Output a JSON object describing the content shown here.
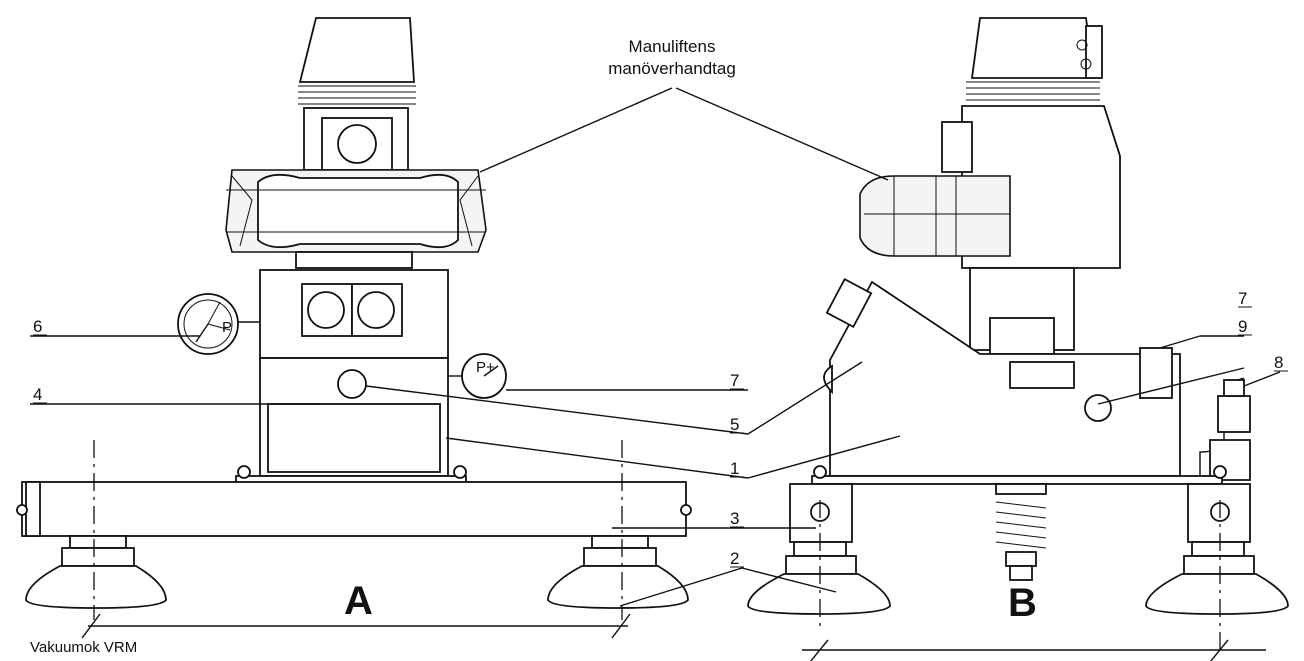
{
  "callouts": {
    "handle": [
      "Manuliftens",
      "manöverhandtag"
    ],
    "n1": "1",
    "n2": "2",
    "n3": "3",
    "n4": "4",
    "n5": "5",
    "n6": "6",
    "n7a": "7",
    "n7b": "7",
    "n8": "8",
    "n9": "9"
  },
  "views": {
    "a": "A",
    "b": "B"
  },
  "caption": "Vakuumok VRM"
}
